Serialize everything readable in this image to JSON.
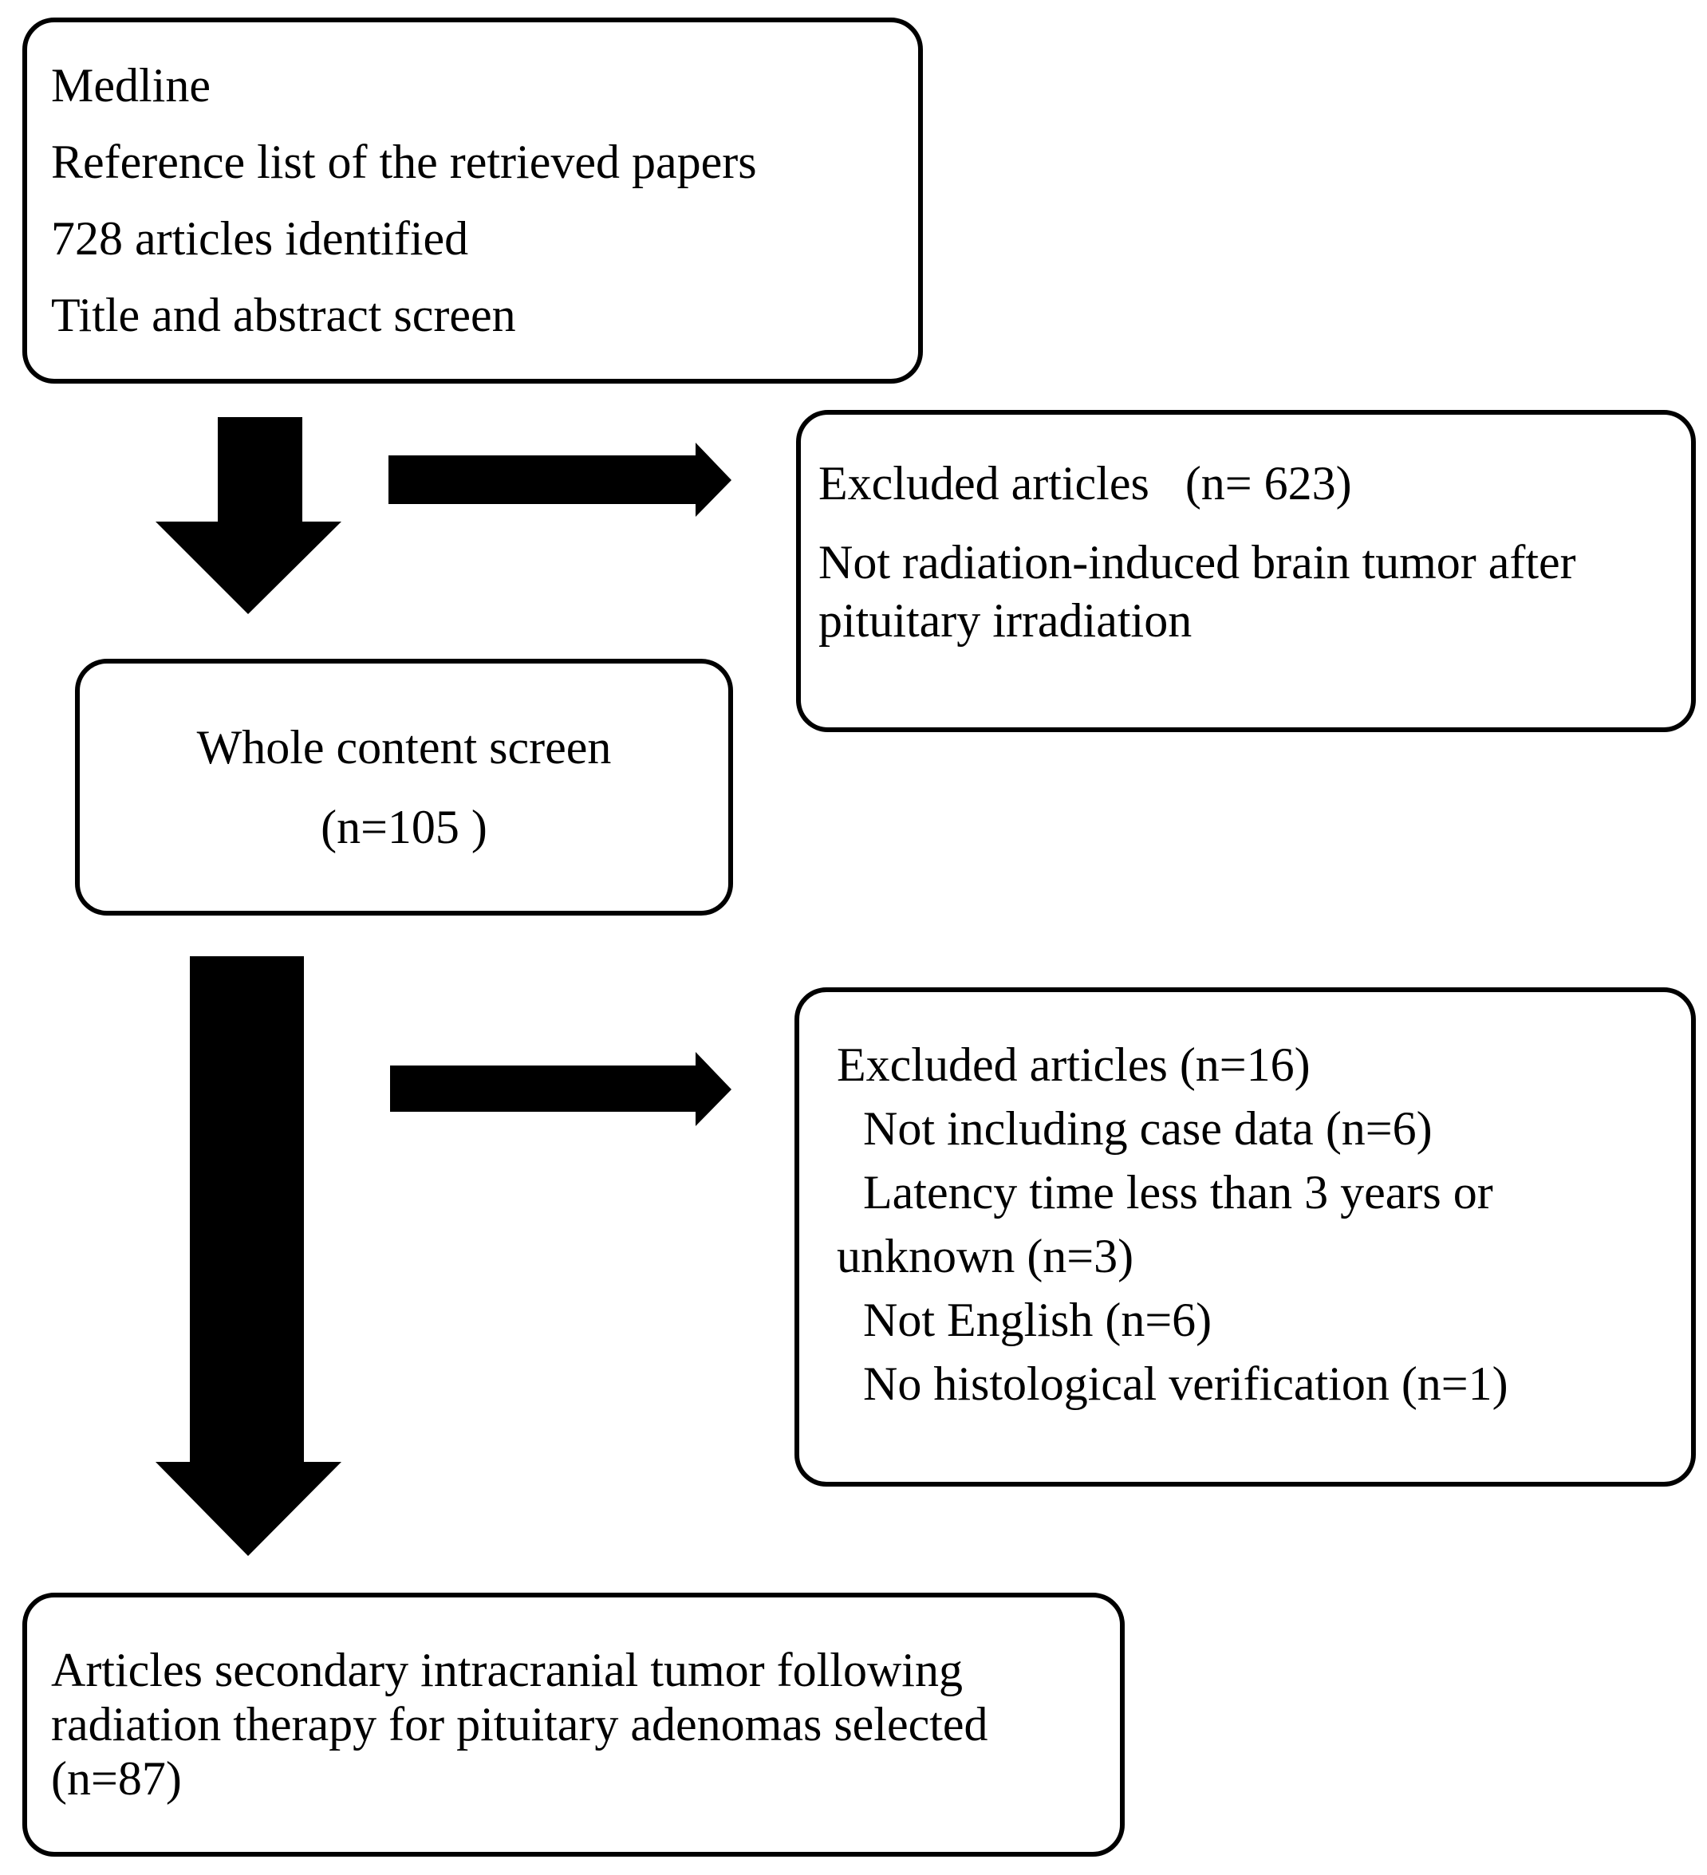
{
  "box_identification": {
    "lines": [
      "Medline",
      "Reference list of the retrieved papers",
      "728 articles identified",
      "Title and abstract screen"
    ]
  },
  "box_excluded_1": {
    "lines": [
      "Excluded articles   (n= 623)",
      "Not radiation-induced brain tumor after",
      "pituitary irradiation"
    ]
  },
  "box_whole_content": {
    "lines": [
      "Whole content screen",
      "(n=105 )"
    ]
  },
  "box_excluded_2": {
    "lines": [
      "Excluded articles (n=16)",
      "Not including case data (n=6)",
      "Latency time less than 3 years or",
      "unknown (n=3)",
      "Not English (n=6)",
      "No histological verification (n=1)"
    ]
  },
  "box_selected": {
    "lines": [
      "Articles secondary intracranial tumor following",
      "radiation therapy for pituitary adenomas selected",
      "(n=87)"
    ]
  }
}
